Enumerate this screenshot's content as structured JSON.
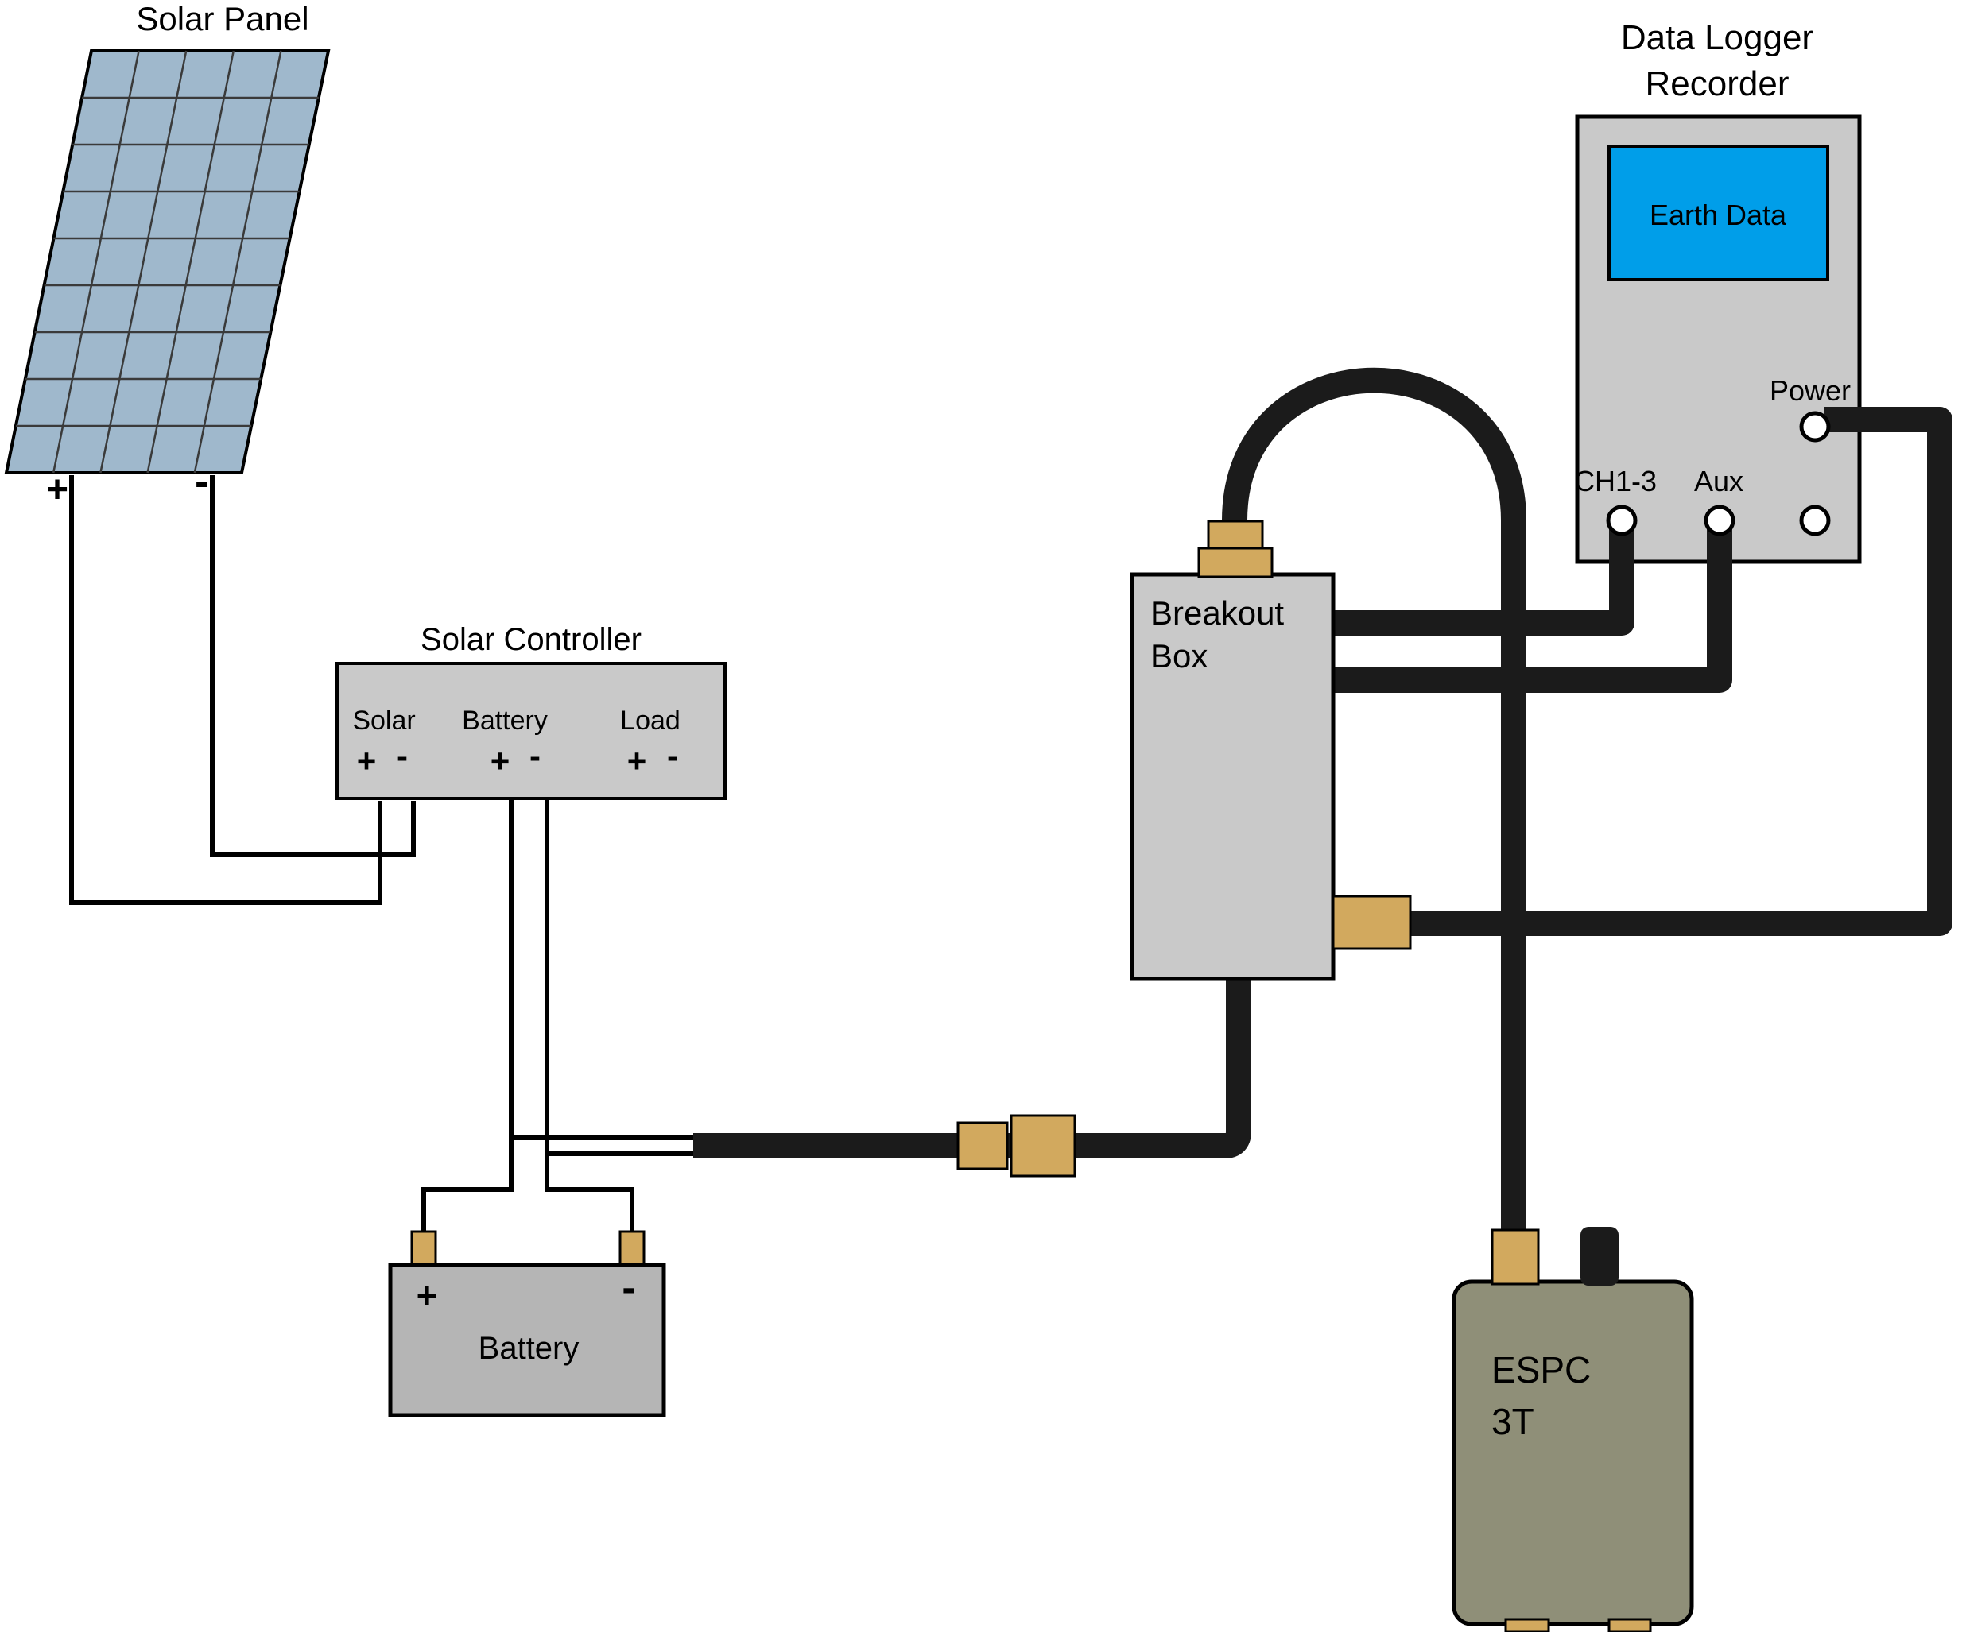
{
  "diagram": {
    "solar_panel": {
      "title": "Solar Panel",
      "plus": "+",
      "minus": "-"
    },
    "solar_controller": {
      "title": "Solar Controller",
      "sections": [
        {
          "label": "Solar",
          "plus": "+",
          "minus": "-"
        },
        {
          "label": "Battery",
          "plus": "+",
          "minus": "-"
        },
        {
          "label": "Load",
          "plus": "+",
          "minus": "-"
        }
      ]
    },
    "battery": {
      "label": "Battery",
      "plus": "+",
      "minus": "-"
    },
    "breakout_box": {
      "label_line1": "Breakout",
      "label_line2": "Box"
    },
    "data_logger": {
      "title_line1": "Data Logger",
      "title_line2": "Recorder",
      "screen_text": "Earth Data",
      "power_label": "Power",
      "ch_label": "CH1-3",
      "aux_label": "Aux"
    },
    "espc": {
      "label_line1": "ESPC",
      "label_line2": "3T"
    },
    "colors": {
      "panel_fill": "#9fb8cc",
      "box_gray": "#c9c9c9",
      "battery_gray": "#b5b5b5",
      "screen_blue": "#009ee9",
      "connector_tan": "#d2a95e",
      "espc_olive": "#8f8f78",
      "cable_black": "#1b1b1b"
    }
  }
}
